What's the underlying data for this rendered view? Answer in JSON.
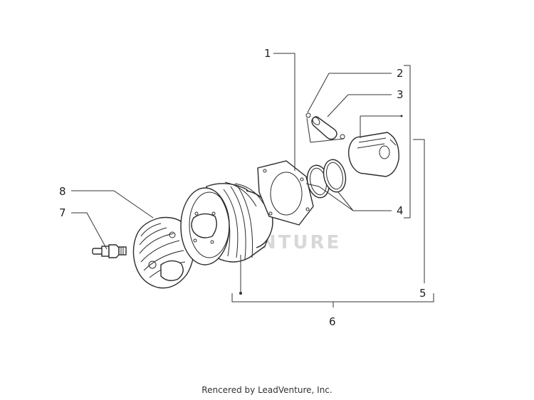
{
  "callouts": {
    "c1": "1",
    "c2": "2",
    "c3": "3",
    "c4": "4",
    "c5": "5",
    "c6": "6",
    "c7": "7",
    "c8": "8"
  },
  "watermark": "VENTURE",
  "footer": "Rencered by LeadVenture, Inc."
}
